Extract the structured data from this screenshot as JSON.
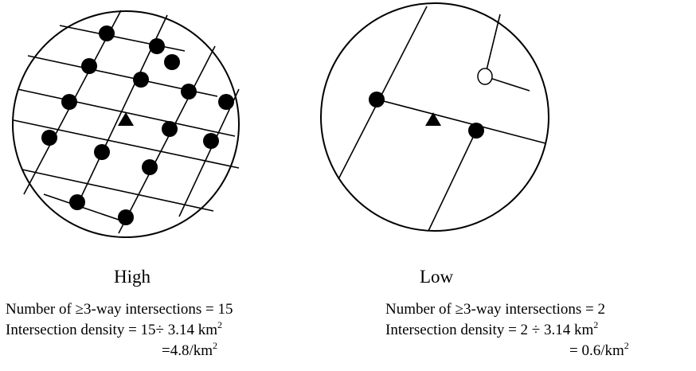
{
  "panels": [
    {
      "id": "high",
      "label": "High",
      "lines": [
        {
          "text": "Number of ≥3-way intersections = 15"
        },
        {
          "text": "Intersection density = 15÷ 3.14 km",
          "sup": "2"
        },
        {
          "text": "=4.8/km",
          "sup": "2"
        }
      ]
    },
    {
      "id": "low",
      "label": "Low",
      "lines": [
        {
          "text": "Number of ≥3-way intersections = 2"
        },
        {
          "text": "Intersection density = 2 ÷ 3.14 km",
          "sup": "2"
        },
        {
          "text": "= 0.6/km",
          "sup": "2"
        }
      ]
    }
  ],
  "colors": {
    "ink": "#000000",
    "paper": "#ffffff"
  }
}
